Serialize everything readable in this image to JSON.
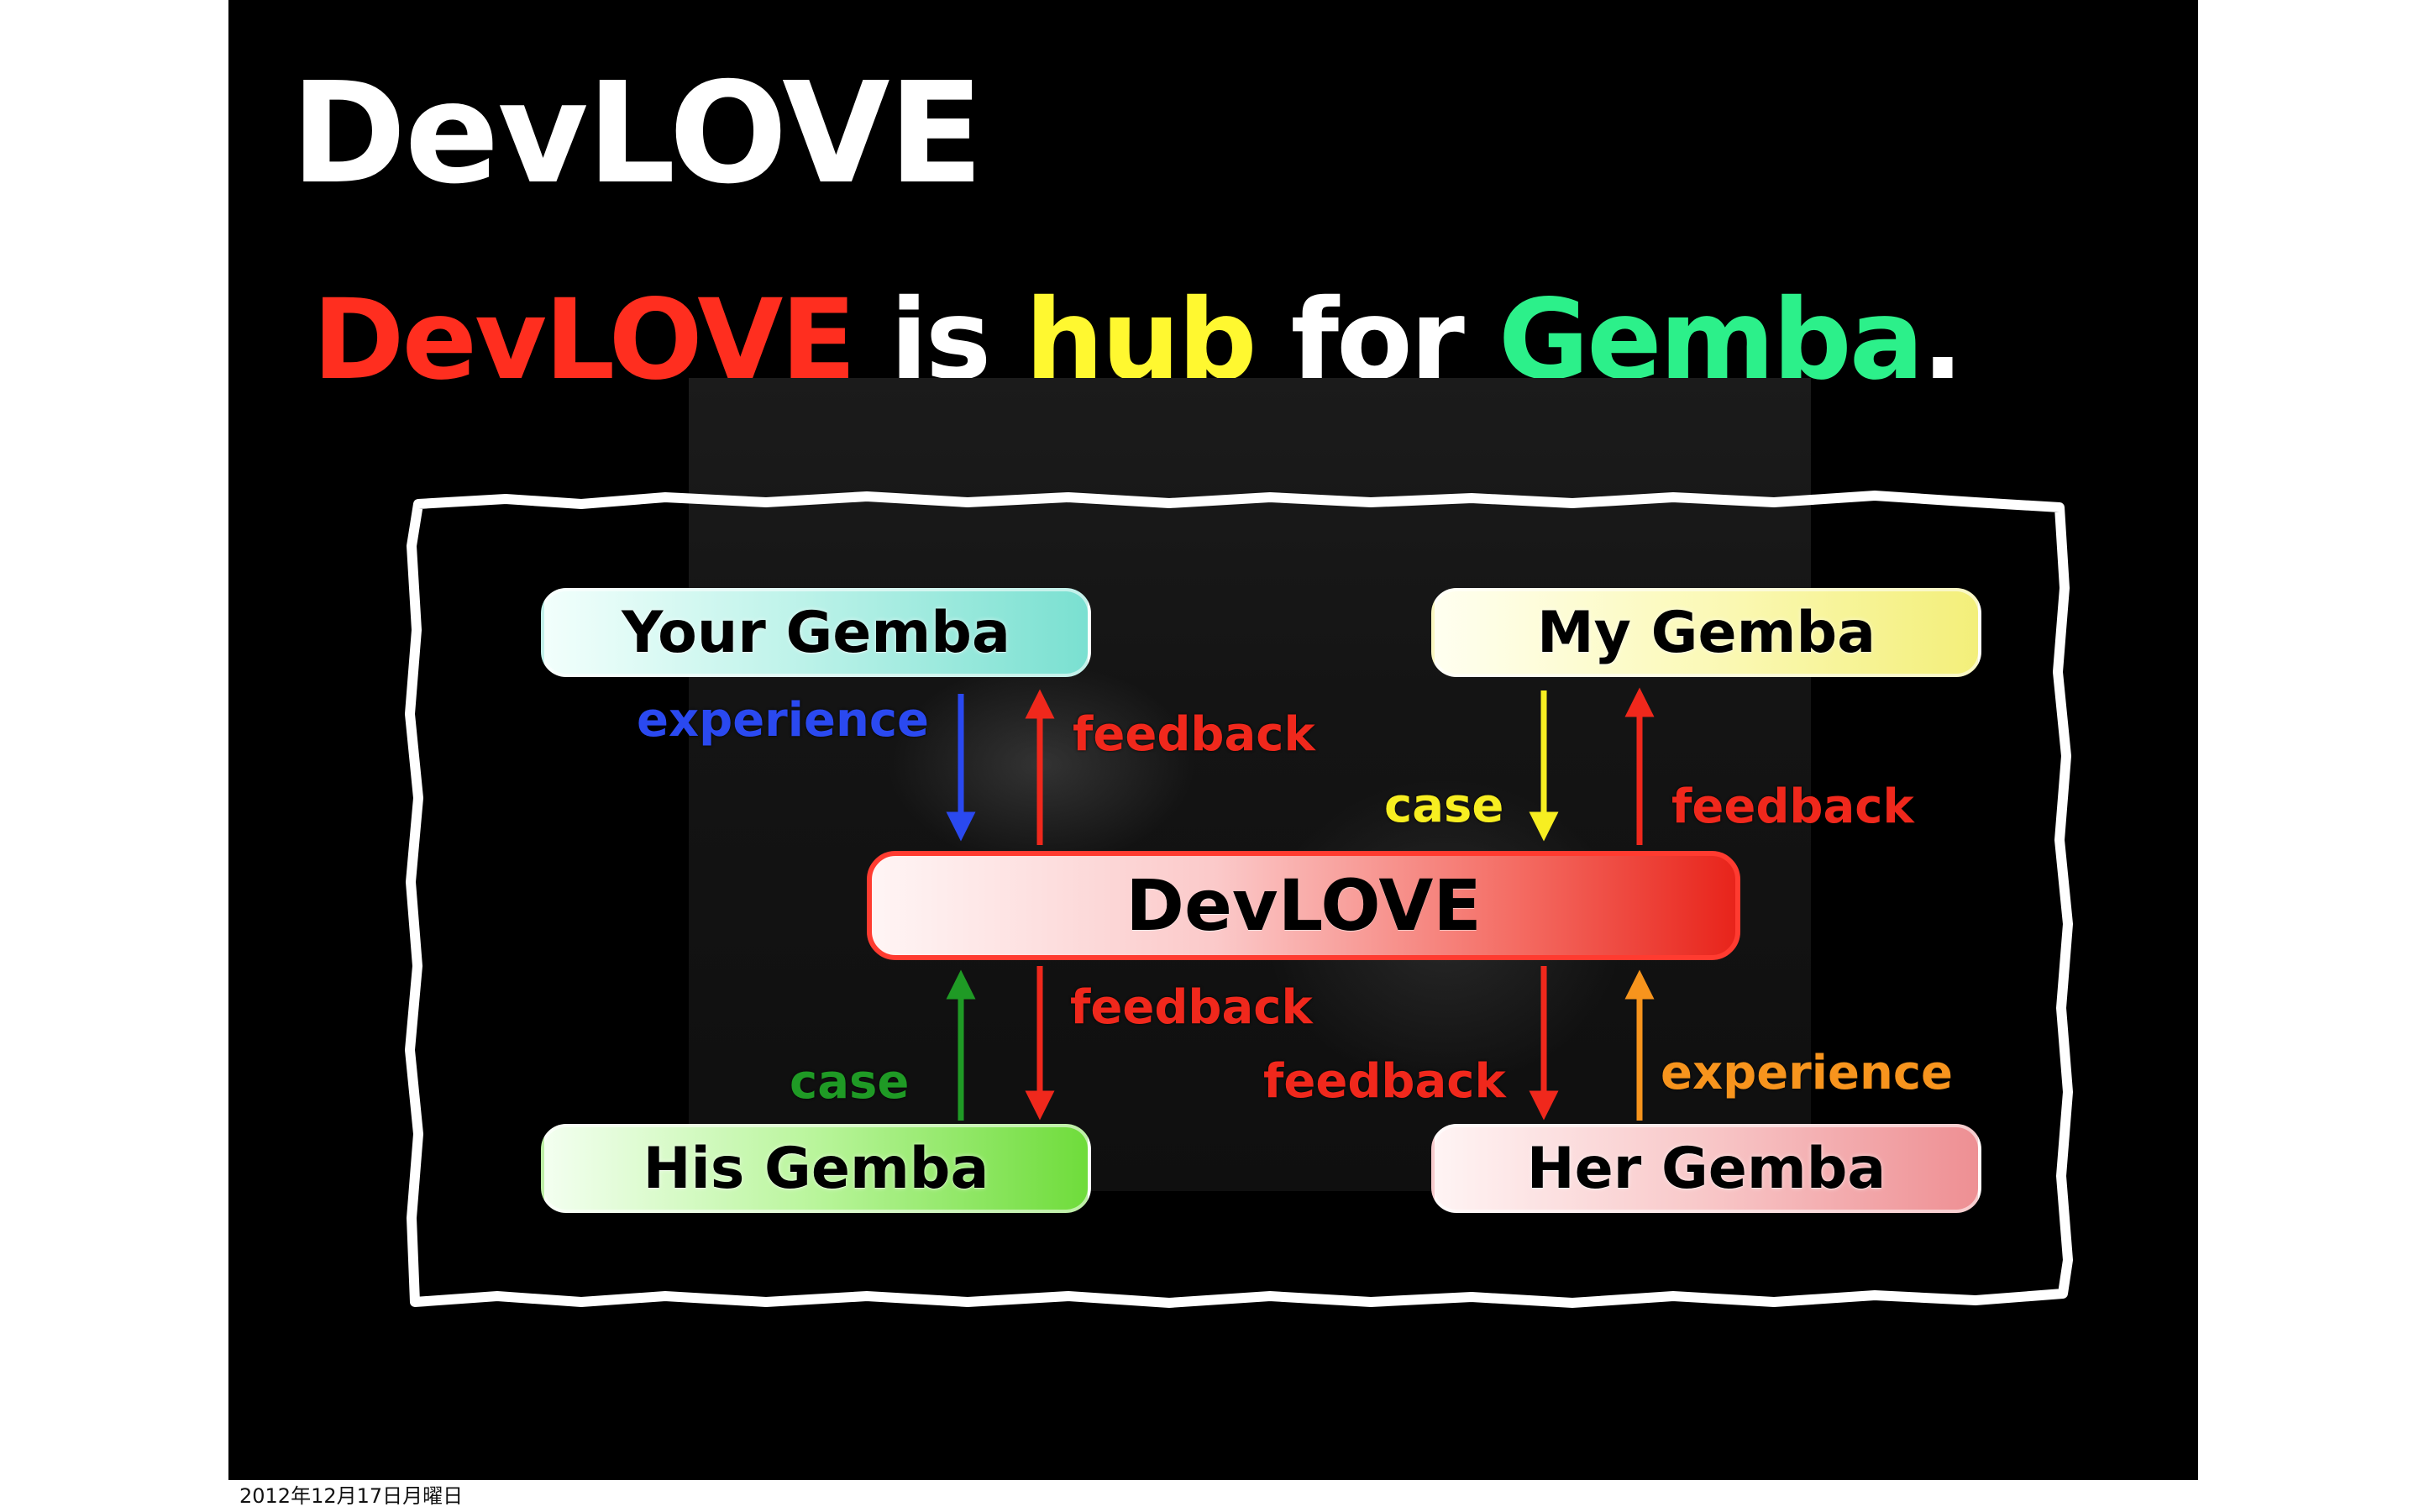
{
  "slide": {
    "title": "DevLOVE",
    "headline": {
      "parts": [
        {
          "text": "DevLOVE",
          "color": "#ff2e1f"
        },
        {
          "text": " is ",
          "color": "#ffffff"
        },
        {
          "text": "hub",
          "color": "#fff830"
        },
        {
          "text": " for ",
          "color": "#ffffff"
        },
        {
          "text": "Gemba",
          "color": "#2cf08a"
        },
        {
          "text": ".",
          "color": "#ffffff"
        }
      ]
    }
  },
  "diagram": {
    "nodes": {
      "your_gemba": "Your Gemba",
      "my_gemba": "My Gemba",
      "devlove": "DevLOVE",
      "his_gemba": "His Gemba",
      "her_gemba": "Her Gemba"
    },
    "edges": {
      "your_to_dev": {
        "label": "experience",
        "color": "#2a49f0"
      },
      "dev_to_your": {
        "label": "feedback",
        "color": "#f0281c"
      },
      "my_to_dev": {
        "label": "case",
        "color": "#f7ee21"
      },
      "dev_to_my": {
        "label": "feedback",
        "color": "#f0281c"
      },
      "dev_to_his": {
        "label": "feedback",
        "color": "#f0281c"
      },
      "his_to_dev": {
        "label": "case",
        "color": "#1f9a25"
      },
      "dev_to_her": {
        "label": "feedback",
        "color": "#f0281c"
      },
      "her_to_dev": {
        "label": "experience",
        "color": "#f7941d"
      }
    }
  },
  "footer": {
    "date": "2012年12月17日月曜日"
  }
}
